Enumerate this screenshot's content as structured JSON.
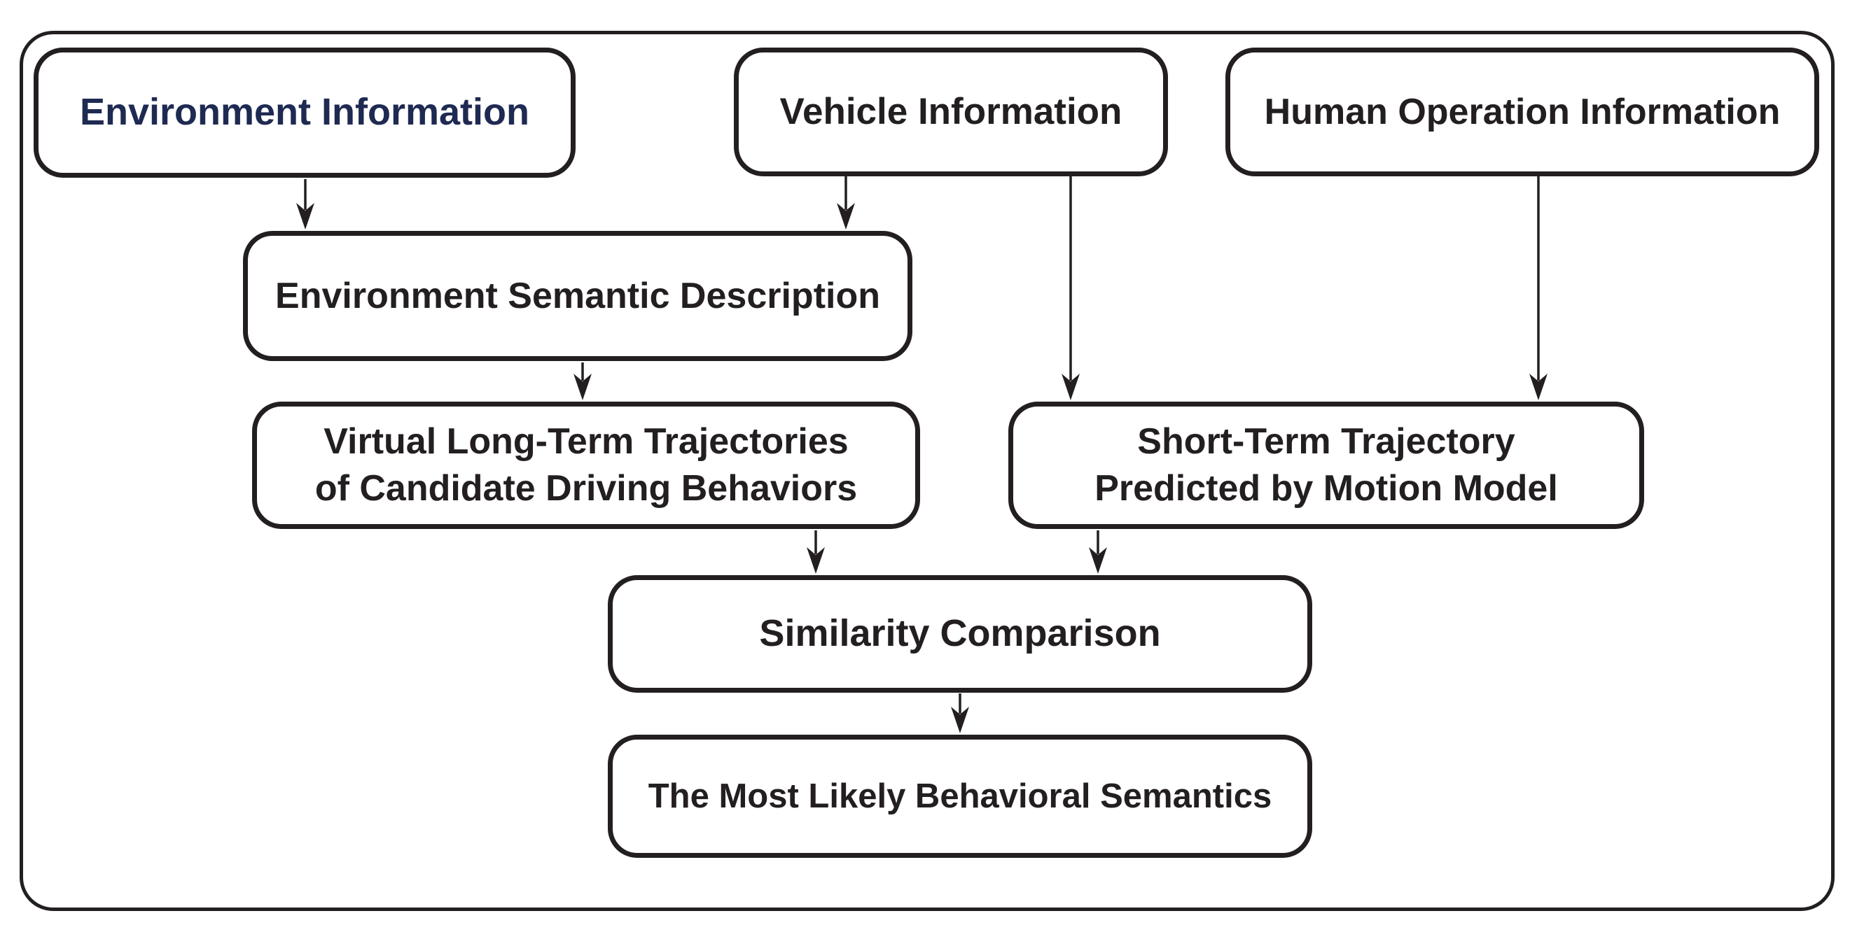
{
  "diagram": {
    "background": "#ffffff",
    "line_color": "#231f20",
    "nodes": {
      "environment_information": {
        "label": "Environment Information",
        "text_color": "#1f2a52"
      },
      "vehicle_information": {
        "label": "Vehicle Information",
        "text_color": "#231f20"
      },
      "human_operation_information": {
        "label": "Human Operation Information",
        "text_color": "#231f20"
      },
      "environment_semantic_description": {
        "label": "Environment Semantic Description",
        "text_color": "#231f20"
      },
      "virtual_long_term_trajectories": {
        "label": "Virtual Long-Term Trajectories\nof Candidate Driving Behaviors",
        "text_color": "#231f20"
      },
      "short_term_trajectory": {
        "label": "Short-Term Trajectory\nPredicted by Motion Model",
        "text_color": "#231f20"
      },
      "similarity_comparison": {
        "label": "Similarity Comparison",
        "text_color": "#231f20"
      },
      "most_likely_behavioral_semantics": {
        "label": "The Most Likely Behavioral Semantics",
        "text_color": "#231f20"
      }
    },
    "edges": [
      {
        "from": "environment-information",
        "to": "environment-semantic-description"
      },
      {
        "from": "vehicle-information",
        "to": "environment-semantic-description"
      },
      {
        "from": "vehicle-information",
        "to": "short-term-trajectory"
      },
      {
        "from": "human-operation-information",
        "to": "short-term-trajectory"
      },
      {
        "from": "environment-semantic-description",
        "to": "virtual-long-term-trajectories"
      },
      {
        "from": "virtual-long-term-trajectories",
        "to": "similarity-comparison"
      },
      {
        "from": "short-term-trajectory",
        "to": "similarity-comparison"
      },
      {
        "from": "similarity-comparison",
        "to": "most-likely-behavioral-semantics"
      }
    ]
  }
}
